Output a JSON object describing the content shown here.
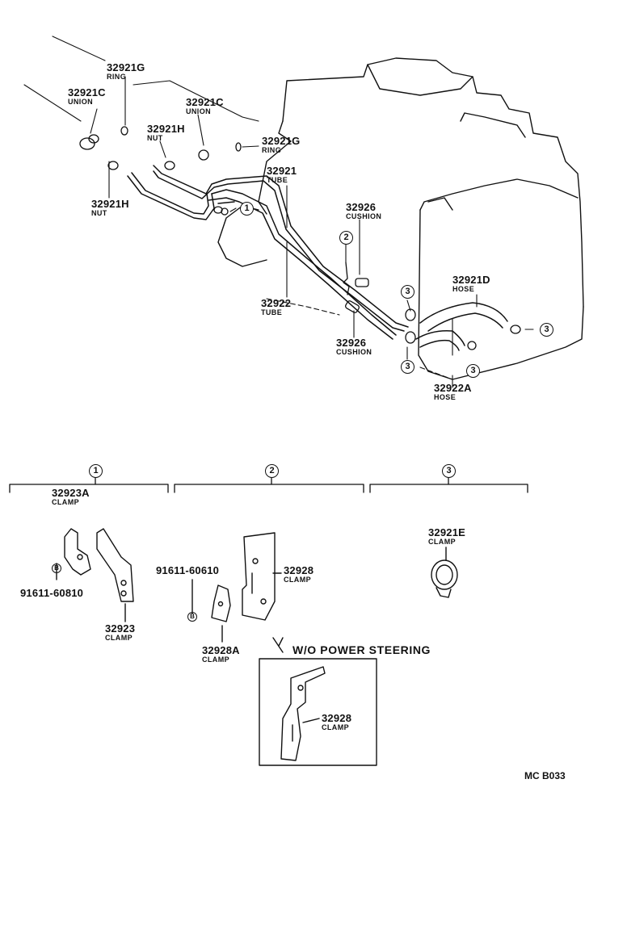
{
  "parts": {
    "ring_g_top": {
      "number": "32921G",
      "name": "RING"
    },
    "union_c_left": {
      "number": "32921C",
      "name": "UNION"
    },
    "union_c_mid": {
      "number": "32921C",
      "name": "UNION"
    },
    "nut_h_mid": {
      "number": "32921H",
      "name": "NUT"
    },
    "ring_g_right": {
      "number": "32921G",
      "name": "RING"
    },
    "tube_32921": {
      "number": "32921",
      "name": "TUBE"
    },
    "nut_h_left": {
      "number": "32921H",
      "name": "NUT"
    },
    "cushion_top": {
      "number": "32926",
      "name": "CUSHION"
    },
    "hose_d": {
      "number": "32921D",
      "name": "HOSE"
    },
    "tube_32922": {
      "number": "32922",
      "name": "TUBE"
    },
    "cushion_bot": {
      "number": "32926",
      "name": "CUSHION"
    },
    "hose_a": {
      "number": "32922A",
      "name": "HOSE"
    },
    "clamp_23a": {
      "number": "32923A",
      "name": "CLAMP"
    },
    "bolt_1": {
      "number": "91611-60810"
    },
    "clamp_23": {
      "number": "32923",
      "name": "CLAMP"
    },
    "bolt_2": {
      "number": "91611-60610"
    },
    "clamp_28": {
      "number": "32928",
      "name": "CLAMP"
    },
    "clamp_28a": {
      "number": "32928A",
      "name": "CLAMP"
    },
    "clamp_21e": {
      "number": "32921E",
      "name": "CLAMP"
    },
    "clamp_28_alt": {
      "number": "32928",
      "name": "CLAMP"
    }
  },
  "callouts": {
    "one": "1",
    "two": "2",
    "three": "3",
    "bolt": "B"
  },
  "note": "W/O POWER STEERING",
  "diagram_code": "MC B033"
}
